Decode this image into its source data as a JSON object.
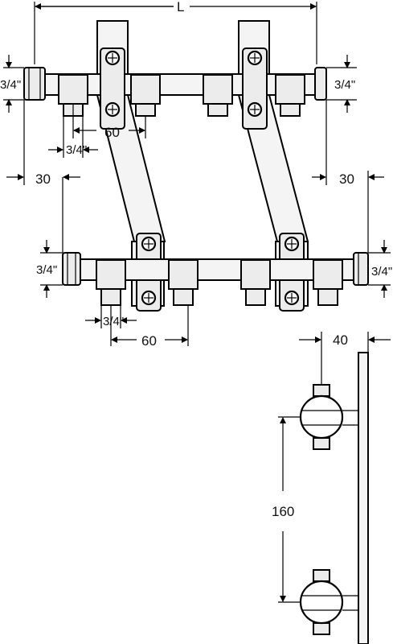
{
  "labels": {
    "length": "L",
    "thread_top_left": "3/4\"",
    "thread_top_right": "3/4\"",
    "spacing_top": "60",
    "outlet_thread_top": "3/4\"",
    "offset_left": "30",
    "offset_right": "30",
    "thread_bottom_left": "3/4\"",
    "thread_bottom_right": "3/4\"",
    "outlet_thread_bottom": "3/4\"",
    "spacing_bottom": "60",
    "bracket_depth": "40",
    "bracket_spacing": "160"
  },
  "colors": {
    "line": "#000000",
    "fill": "#f4f4f4",
    "shade": "#dcdcdc"
  }
}
